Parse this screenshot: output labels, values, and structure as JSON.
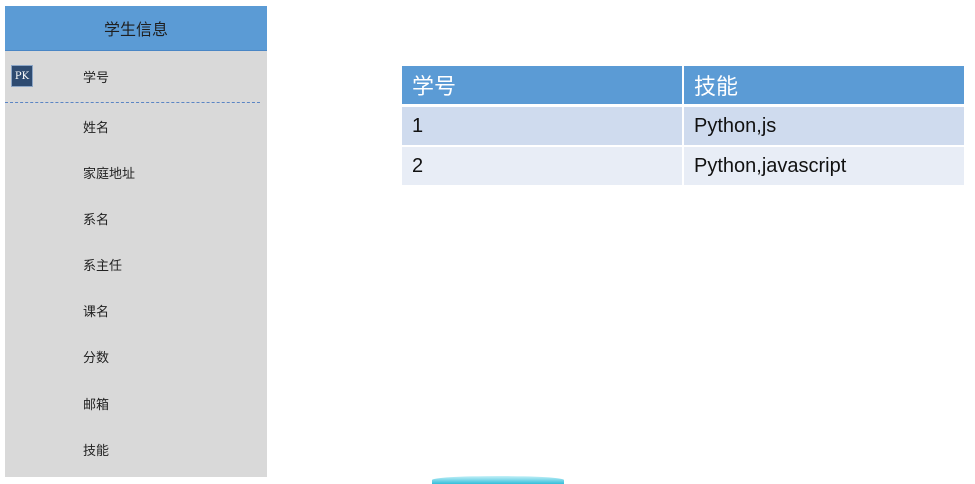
{
  "entity": {
    "title": "学生信息",
    "primary_key": {
      "badge": "PK",
      "label": "学号"
    },
    "attributes": [
      "姓名",
      "家庭地址",
      "系名",
      "系主任",
      "课名",
      "分数",
      "邮箱",
      "技能"
    ]
  },
  "table": {
    "headers": [
      "学号",
      "技能"
    ],
    "rows": [
      [
        "1",
        "Python,js"
      ],
      [
        "2",
        "Python,javascript"
      ]
    ]
  },
  "colors": {
    "header_blue": "#5b9bd5",
    "entity_body": "#d9d9d9",
    "row_odd": "#cfdbee",
    "row_even": "#e8edf6",
    "pk_badge": "#2e4b71",
    "accent_cyan": "#1db7d6"
  }
}
